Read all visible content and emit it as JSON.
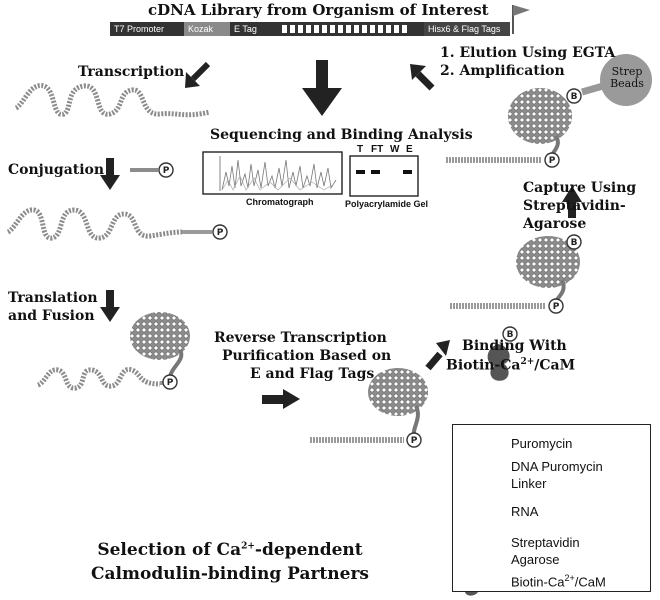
{
  "library_title": "cDNA Library from Organism of Interest",
  "construct": {
    "t7": "T7 Promoter",
    "kozak": "Kozak",
    "etag": "E Tag",
    "his": "Hisx6 & Flag Tags"
  },
  "steps": {
    "transcription": "Transcription",
    "conjugation": "Conjugation",
    "translation_1": "Translation",
    "translation_2": "and Fusion",
    "seq_analysis": "Sequencing and Binding Analysis",
    "rt_1": "Reverse Transcription",
    "rt_2": "Purification Based on",
    "rt_3": "E and Flag Tags",
    "binding_1": "Binding With",
    "binding_2_pre": "Biotin-Ca",
    "binding_2_sup": "2+",
    "binding_2_post": "/CaM",
    "capture_1": "Capture Using",
    "capture_2": "Streptavidin-",
    "capture_3": "Agarose",
    "elution_1": "1. Elution Using EGTA",
    "elution_2": "2. Amplification"
  },
  "panels": {
    "chromatograph": "Chromatograph",
    "gel": "Polyacrylamide Gel",
    "lanes": [
      "T",
      "FT",
      "W",
      "E"
    ]
  },
  "beads_label_1": "Strep",
  "beads_label_2": "Beads",
  "legend": {
    "puromycin": "Puromycin",
    "linker_1": "DNA Puromycin",
    "linker_2": "Linker",
    "rna": "RNA",
    "strep_1": "Streptavidin",
    "strep_2": "Agarose",
    "cam_pre": "Biotin-Ca",
    "cam_sup": "2+",
    "cam_post": "/CaM"
  },
  "footer": {
    "line1_pre": "Selection of Ca",
    "line1_sup": "2+",
    "line1_post": "-dependent",
    "line2": "Calmodulin-binding Partners"
  }
}
